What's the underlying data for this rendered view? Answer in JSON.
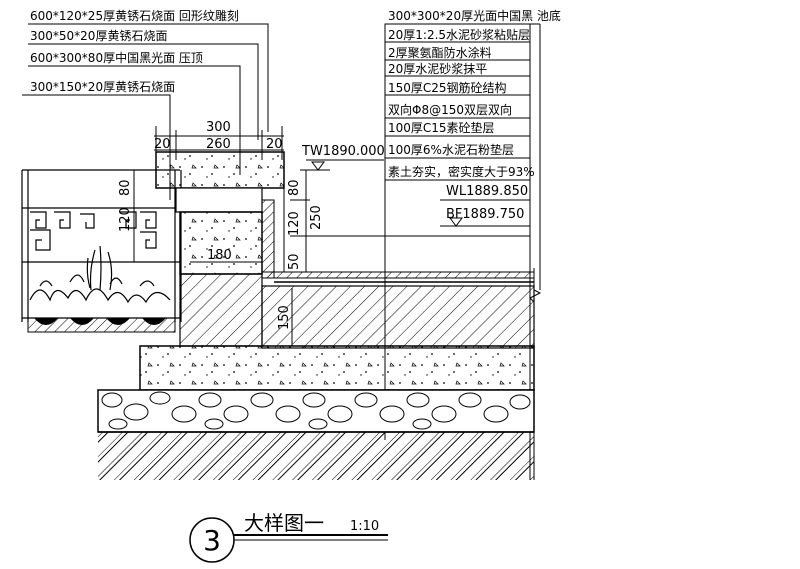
{
  "left_labels": [
    "600*120*25厚黄锈石烧面 回形纹雕刻",
    "300*50*20厚黄锈石烧面",
    "600*300*80厚中国黑光面 压顶",
    "300*150*20厚黄锈石烧面"
  ],
  "right_labels": [
    "300*300*20厚光面中国黑 池底",
    "20厚1:2.5水泥砂浆粘贴层",
    "2厚聚氨酯防水涂料",
    "20厚水泥砂浆抹平",
    "150厚C25钢筋砼结构",
    "双向Φ8@150双层双向",
    "100厚C15素砼垫层",
    "100厚6%水泥石粉垫层",
    "素土夯实，密实度大于93%"
  ],
  "elevations": {
    "tw": "TW1890.000",
    "wl": "WL1889.850",
    "bf": "BF1889.750"
  },
  "dimensions": {
    "top_total": "300",
    "top_left": "20",
    "top_mid": "260",
    "top_right": "20",
    "v_80_left": "80",
    "v_120_left": "120",
    "v_80": "80",
    "v_120": "120",
    "v_250": "250",
    "v_50": "50",
    "h_180": "180",
    "v_150": "150"
  },
  "title": {
    "number": "3",
    "text": "大样图一",
    "scale": "1:10"
  }
}
